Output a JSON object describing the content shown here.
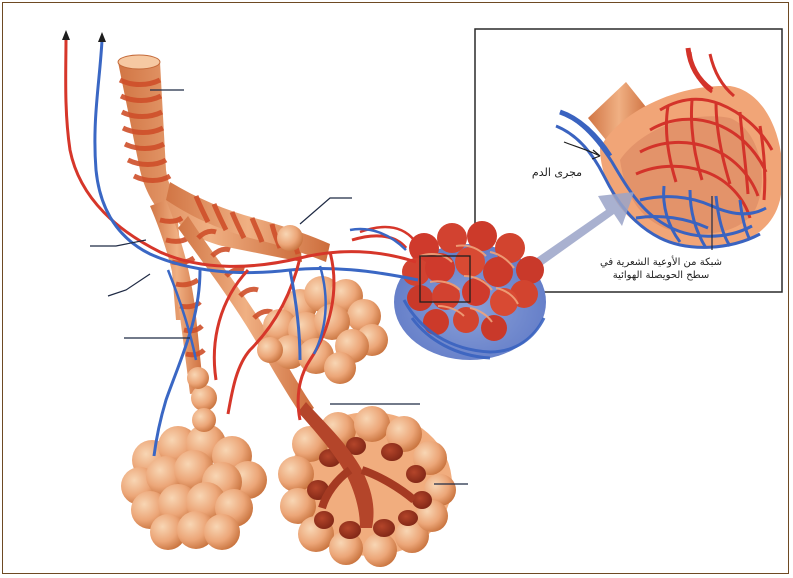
{
  "figure": {
    "labels": {
      "blood_flow": "مجرى الدم",
      "capillary_network_line1": "شبكة من الأوعية الشعرية في",
      "capillary_network_line2": "سطح الحويصلة الهوائية"
    },
    "colors": {
      "frame": "#6e4a23",
      "tissue": "#e8a070",
      "tissue_light": "#f3c59e",
      "tissue_dark": "#c96a3a",
      "artery": "#d63a2a",
      "vein": "#3a67c4",
      "leader_line": "#1f2a44",
      "flow_arrow": "#9aa3c8"
    },
    "icons": [
      "up-arrow-icon",
      "flow-arrow-icon",
      "curved-arrow-icon"
    ]
  }
}
